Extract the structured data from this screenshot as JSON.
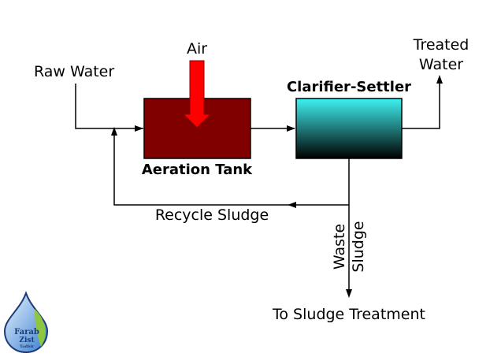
{
  "labels": {
    "air": "Air",
    "raw_water": "Raw Water",
    "treated_water_line1": "Treated",
    "treated_water_line2": "Water",
    "clarifier": "Clarifier-Settler",
    "aeration_tank": "Aeration Tank",
    "recycle_sludge": "Recycle Sludge",
    "waste": "Waste",
    "sludge": "Sludge",
    "to_sludge_treatment": "To Sludge Treatment"
  },
  "logo": {
    "line1": "Farab",
    "line2": "Zist",
    "line3": "Tadbir"
  },
  "colors": {
    "aeration_tank_fill": "#800000",
    "air_arrow": "#ff0000",
    "clarifier_top": "#3ff2f2",
    "clarifier_bottom": "#000000",
    "line": "#000000",
    "logo_blue": "#1f3a78",
    "logo_green": "#8dc63f"
  }
}
